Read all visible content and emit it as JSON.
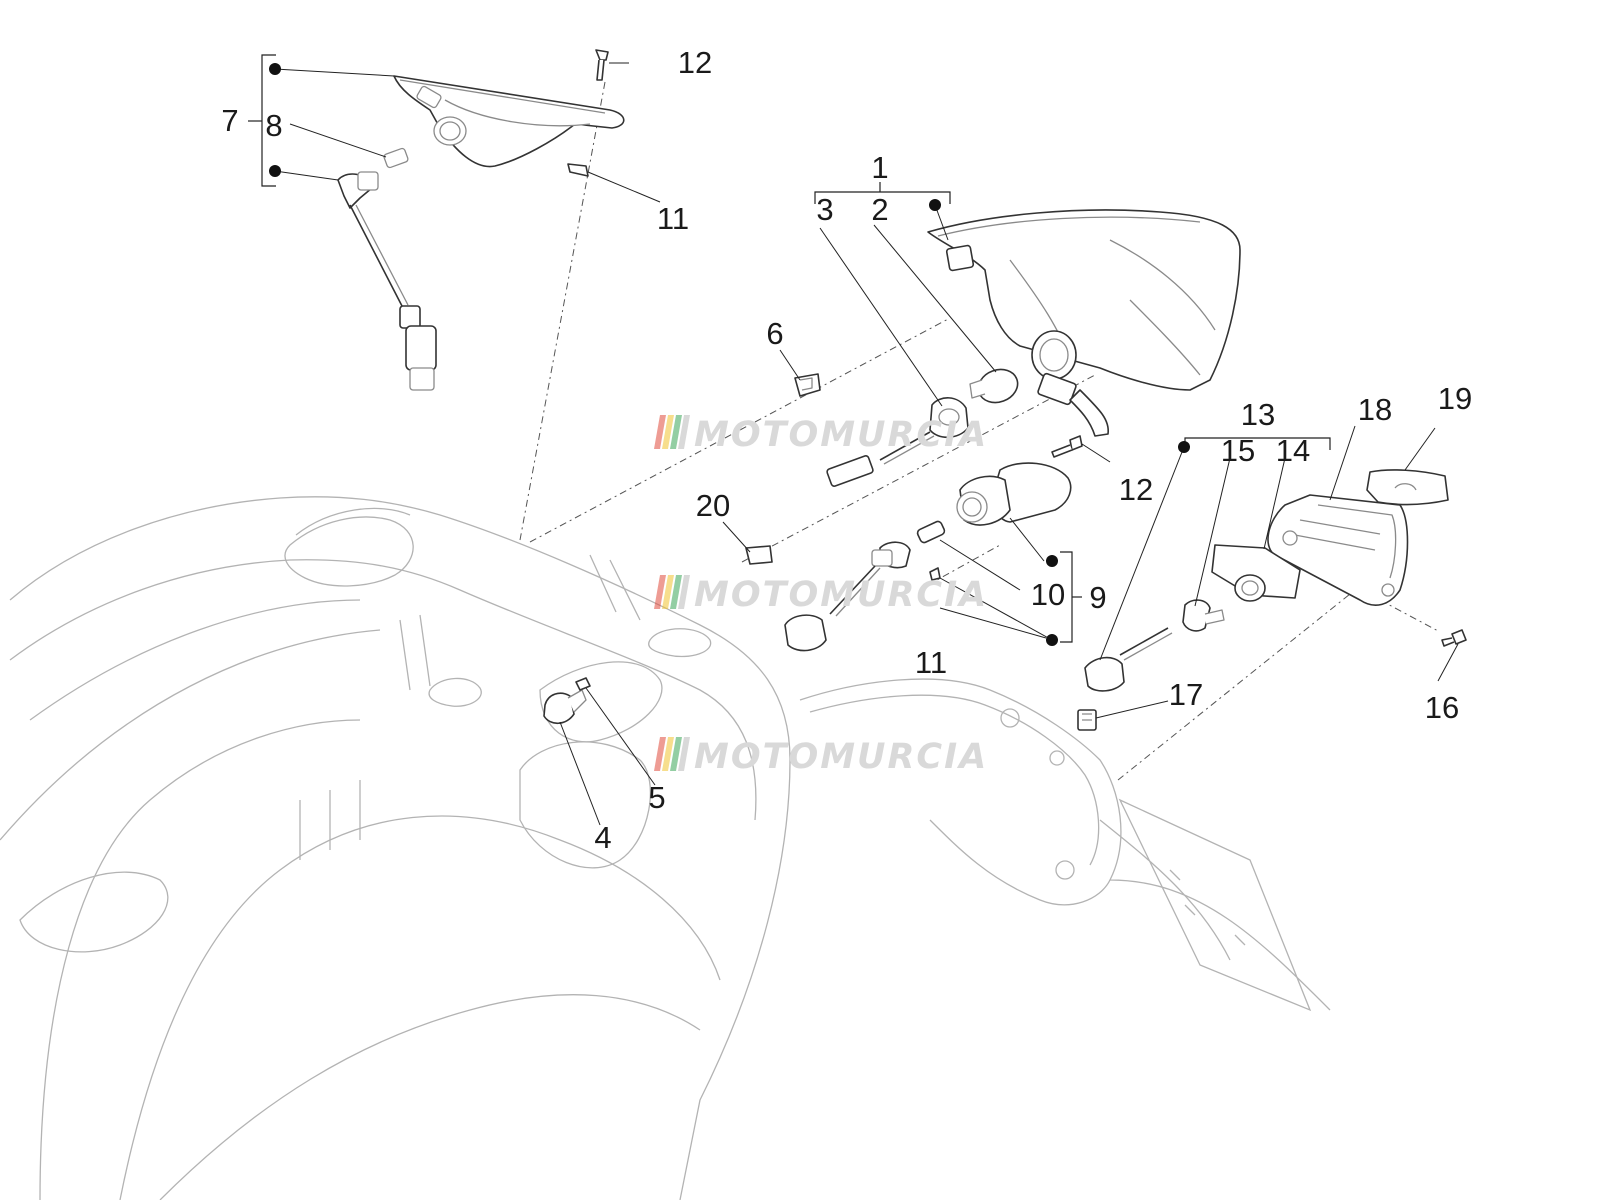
{
  "diagram": {
    "kind": "exploded parts diagram - rear lights",
    "callouts": [
      {
        "id": "c1",
        "label": "1"
      },
      {
        "id": "c2",
        "label": "2"
      },
      {
        "id": "c3",
        "label": "3"
      },
      {
        "id": "c4",
        "label": "4"
      },
      {
        "id": "c5",
        "label": "5"
      },
      {
        "id": "c6",
        "label": "6"
      },
      {
        "id": "c7",
        "label": "7"
      },
      {
        "id": "c8",
        "label": "8"
      },
      {
        "id": "c9",
        "label": "9"
      },
      {
        "id": "c10",
        "label": "10"
      },
      {
        "id": "c11a",
        "label": "11"
      },
      {
        "id": "c11b",
        "label": "11"
      },
      {
        "id": "c12a",
        "label": "12"
      },
      {
        "id": "c12b",
        "label": "12"
      },
      {
        "id": "c13",
        "label": "13"
      },
      {
        "id": "c14",
        "label": "14"
      },
      {
        "id": "c15",
        "label": "15"
      },
      {
        "id": "c16",
        "label": "16"
      },
      {
        "id": "c17",
        "label": "17"
      },
      {
        "id": "c18",
        "label": "18"
      },
      {
        "id": "c19",
        "label": "19"
      },
      {
        "id": "c20",
        "label": "20"
      }
    ],
    "watermark": {
      "text": "MOTOMURCIA",
      "stripe_colors": [
        "#e04a3c",
        "#f0c330",
        "#3aa657",
        "#d0d0d0"
      ],
      "repeat_count": 3
    },
    "colors": {
      "line": "#8a8a8a",
      "ink": "#1a1a1a",
      "background": "#ffffff"
    }
  }
}
